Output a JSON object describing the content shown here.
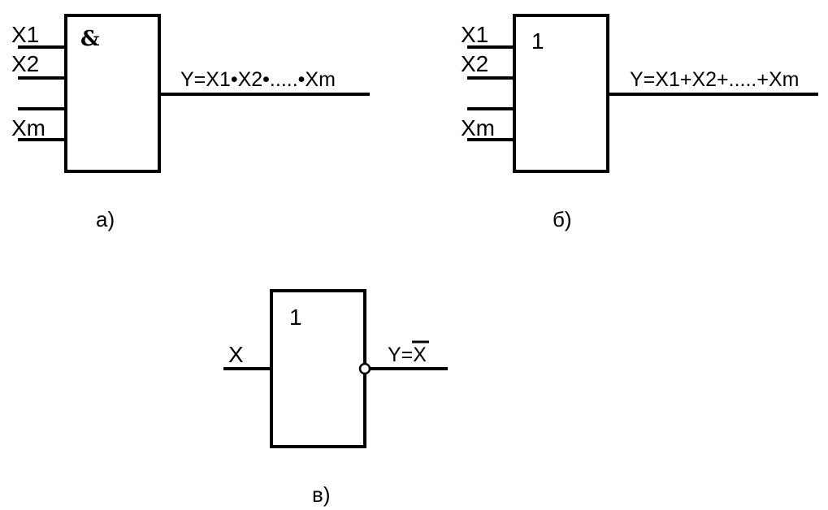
{
  "gate_and": {
    "symbol": "&",
    "inputs": [
      "X1",
      "X2",
      "Xm"
    ],
    "output_expression": "Y=X1•X2•.....•Xm",
    "caption": "а)"
  },
  "gate_or": {
    "symbol": "1",
    "inputs": [
      "X1",
      "X2",
      "Xm"
    ],
    "output_expression": "Y=X1+X2+.....+Xm",
    "caption": "б)"
  },
  "gate_not": {
    "symbol": "1",
    "input": "X",
    "output_prefix": "Y=",
    "output_var": "X",
    "caption": "в)"
  }
}
